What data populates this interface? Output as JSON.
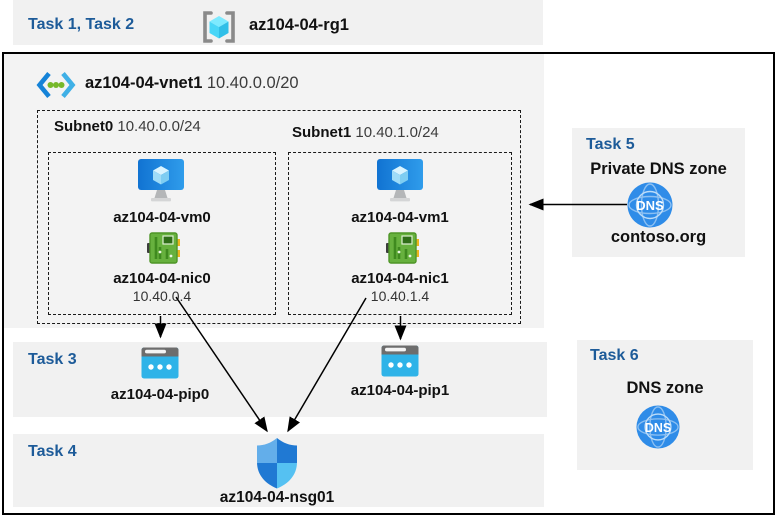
{
  "header": {
    "tasks_label": "Task 1, Task 2",
    "resource_group": "az104-04-rg1"
  },
  "vnet": {
    "name": "az104-04-vnet1",
    "cidr": "10.40.0.0/20"
  },
  "subnets": [
    {
      "name": "Subnet0",
      "cidr": "10.40.0.0/24",
      "vm_name": "az104-04-vm0",
      "nic_name": "az104-04-nic0",
      "nic_ip": "10.40.0.4"
    },
    {
      "name": "Subnet1",
      "cidr": "10.40.1.0/24",
      "vm_name": "az104-04-vm1",
      "nic_name": "az104-04-nic1",
      "nic_ip": "10.40.1.4"
    }
  ],
  "task3": {
    "label": "Task 3",
    "pip0": "az104-04-pip0",
    "pip1": "az104-04-pip1"
  },
  "task4": {
    "label": "Task 4",
    "nsg_name": "az104-04-nsg01"
  },
  "task5": {
    "label": "Task 5",
    "title": "Private DNS zone",
    "zone_name": "contoso.org",
    "dns_icon_text": "DNS"
  },
  "task6": {
    "label": "Task 6",
    "title": "DNS zone",
    "dns_icon_text": "DNS"
  },
  "colors": {
    "task_label": "#1d5b99",
    "band_bg": "#f1f1f1",
    "vnet_bg": "#f3f3f3",
    "azure_blue": "#1b82dc",
    "dns_blue": "#2f8ce8",
    "nic_green": "#67b13e",
    "pip_cyan": "#2fb3e8",
    "frame_border": "#000000"
  }
}
